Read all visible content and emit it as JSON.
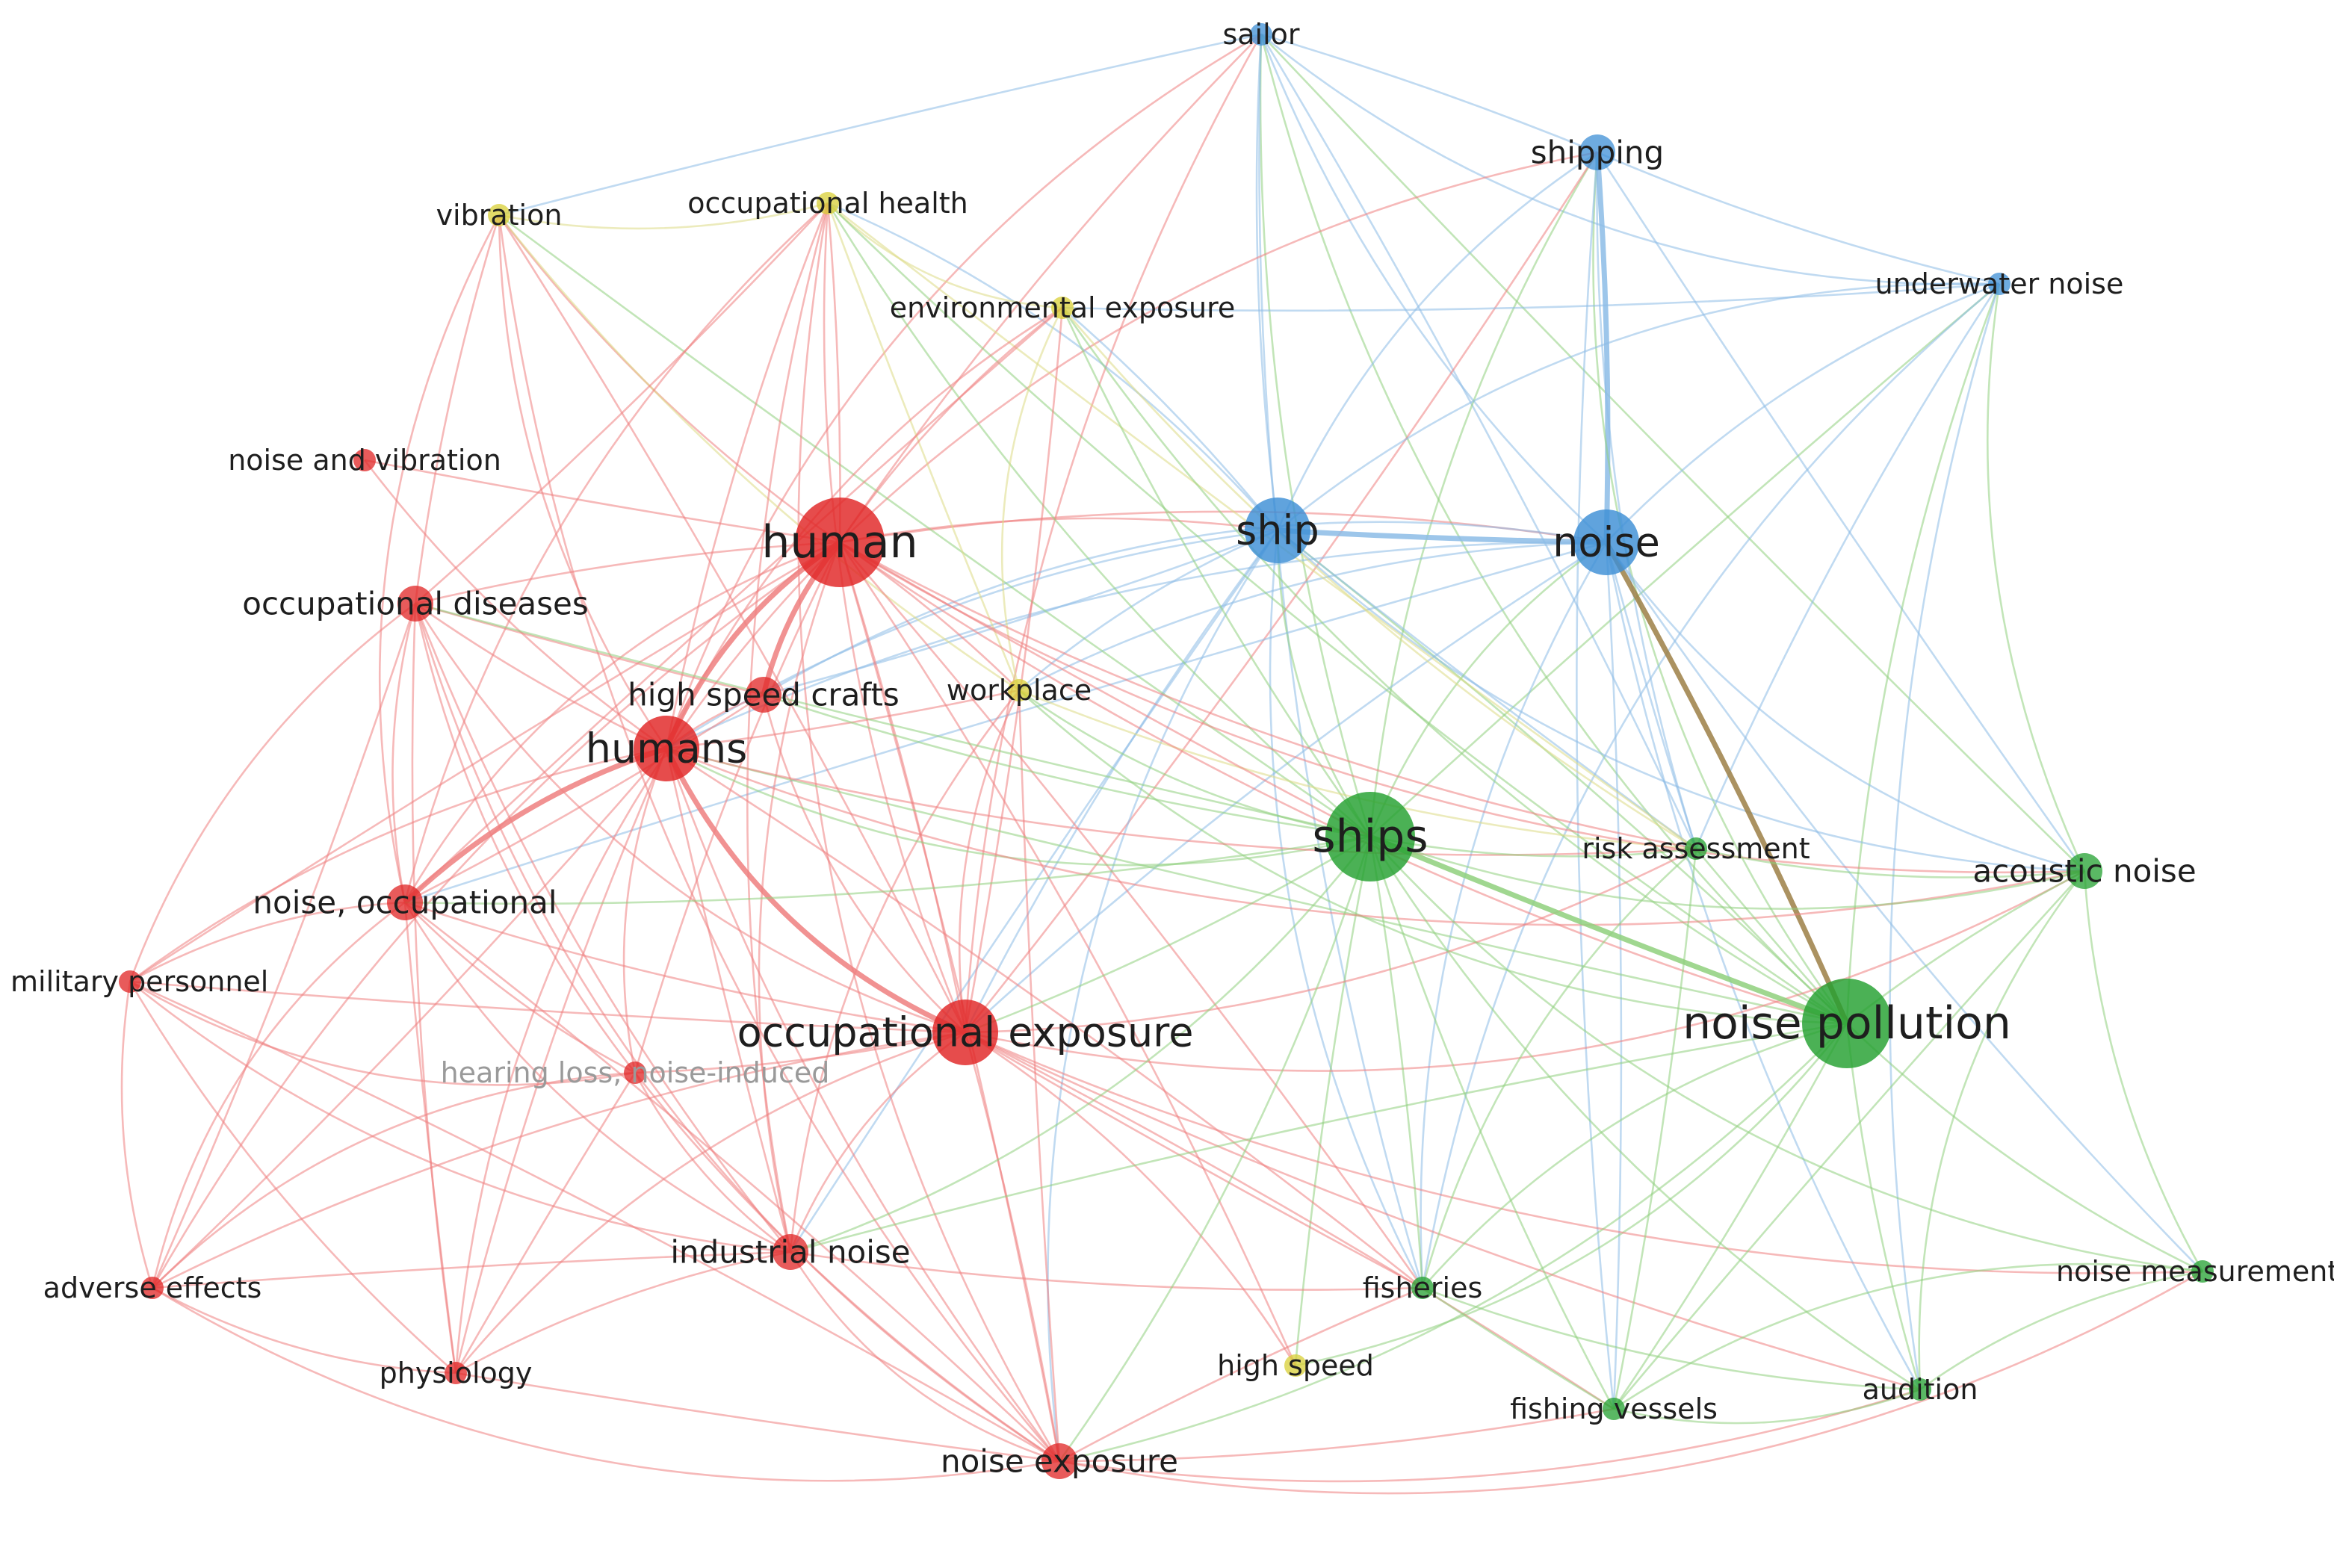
{
  "clusters": {
    "red": {
      "node": "#e02424",
      "edge": "#ee7f7f"
    },
    "green": {
      "node": "#23a030",
      "edge": "#8fd07d"
    },
    "blue": {
      "node": "#3d8fd6",
      "edge": "#8cbce6"
    },
    "yellow": {
      "node": "#d8cf36",
      "edge": "#dddb85"
    }
  },
  "highlight_edge_color": "#9c7f45",
  "nodes": [
    {
      "id": "sailor",
      "label": "sailor",
      "cluster": "blue",
      "weight": 1
    },
    {
      "id": "shipping",
      "label": "shipping",
      "cluster": "blue",
      "weight": 2
    },
    {
      "id": "underwater_noise",
      "label": "underwater noise",
      "cluster": "blue",
      "weight": 1
    },
    {
      "id": "ship",
      "label": "ship",
      "cluster": "blue",
      "weight": 4
    },
    {
      "id": "noise",
      "label": "noise",
      "cluster": "blue",
      "weight": 4
    },
    {
      "id": "vibration",
      "label": "vibration",
      "cluster": "yellow",
      "weight": 1
    },
    {
      "id": "occupational_health",
      "label": "occupational health",
      "cluster": "yellow",
      "weight": 1
    },
    {
      "id": "environmental_exposure",
      "label": "environmental exposure",
      "cluster": "yellow",
      "weight": 1
    },
    {
      "id": "workplace",
      "label": "workplace",
      "cluster": "yellow",
      "weight": 1
    },
    {
      "id": "high_speed",
      "label": "high speed",
      "cluster": "yellow",
      "weight": 1
    },
    {
      "id": "noise_and_vibration",
      "label": "noise and vibration",
      "cluster": "red",
      "weight": 1
    },
    {
      "id": "human",
      "label": "human",
      "cluster": "red",
      "weight": 5
    },
    {
      "id": "occupational_diseases",
      "label": "occupational diseases",
      "cluster": "red",
      "weight": 2
    },
    {
      "id": "high_speed_crafts",
      "label": "high speed crafts",
      "cluster": "red",
      "weight": 2
    },
    {
      "id": "humans",
      "label": "humans",
      "cluster": "red",
      "weight": 4
    },
    {
      "id": "noise_occupational",
      "label": "noise, occupational",
      "cluster": "red",
      "weight": 2
    },
    {
      "id": "military_personnel",
      "label": "military personnel",
      "cluster": "red",
      "weight": 1
    },
    {
      "id": "hearing_loss",
      "label": "hearing loss, noise-induced",
      "cluster": "red",
      "weight": 1,
      "faded": true
    },
    {
      "id": "occupational_exposure",
      "label": "occupational exposure",
      "cluster": "red",
      "weight": 4
    },
    {
      "id": "industrial_noise",
      "label": "industrial noise",
      "cluster": "red",
      "weight": 2
    },
    {
      "id": "adverse_effects",
      "label": "adverse effects",
      "cluster": "red",
      "weight": 1
    },
    {
      "id": "physiology",
      "label": "physiology",
      "cluster": "red",
      "weight": 1
    },
    {
      "id": "noise_exposure",
      "label": "noise exposure",
      "cluster": "red",
      "weight": 2
    },
    {
      "id": "ships",
      "label": "ships",
      "cluster": "green",
      "weight": 5
    },
    {
      "id": "risk_assessment",
      "label": "risk assessment",
      "cluster": "green",
      "weight": 1
    },
    {
      "id": "acoustic_noise",
      "label": "acoustic noise",
      "cluster": "green",
      "weight": 2
    },
    {
      "id": "noise_pollution",
      "label": "noise pollution",
      "cluster": "green",
      "weight": 5
    },
    {
      "id": "noise_measurement",
      "label": "noise measurement",
      "cluster": "green",
      "weight": 1
    },
    {
      "id": "fisheries",
      "label": "fisheries",
      "cluster": "green",
      "weight": 1
    },
    {
      "id": "fishing_vessels",
      "label": "fishing vessels",
      "cluster": "green",
      "weight": 1
    },
    {
      "id": "audition",
      "label": "audition",
      "cluster": "green",
      "weight": 1
    }
  ],
  "links": [
    [
      "sailor",
      "shipping"
    ],
    [
      "sailor",
      "ship"
    ],
    [
      "sailor",
      "noise"
    ],
    [
      "sailor",
      "underwater_noise"
    ],
    [
      "sailor",
      "vibration"
    ],
    [
      "sailor",
      "ships"
    ],
    [
      "sailor",
      "noise_pollution"
    ],
    [
      "sailor",
      "risk_assessment"
    ],
    [
      "sailor",
      "human"
    ],
    [
      "sailor",
      "occupational_exposure"
    ],
    [
      "sailor",
      "humans"
    ],
    [
      "sailor",
      "acoustic_noise"
    ],
    [
      "sailor",
      "fisheries"
    ],
    [
      "shipping",
      "ship"
    ],
    [
      "shipping",
      "noise"
    ],
    [
      "shipping",
      "underwater_noise"
    ],
    [
      "shipping",
      "ships"
    ],
    [
      "shipping",
      "noise_pollution"
    ],
    [
      "shipping",
      "acoustic_noise"
    ],
    [
      "shipping",
      "risk_assessment"
    ],
    [
      "shipping",
      "human"
    ],
    [
      "shipping",
      "occupational_exposure"
    ],
    [
      "shipping",
      "fishing_vessels"
    ],
    [
      "underwater_noise",
      "noise"
    ],
    [
      "underwater_noise",
      "ship"
    ],
    [
      "underwater_noise",
      "ships"
    ],
    [
      "underwater_noise",
      "noise_pollution"
    ],
    [
      "underwater_noise",
      "acoustic_noise"
    ],
    [
      "underwater_noise",
      "environmental_exposure"
    ],
    [
      "underwater_noise",
      "risk_assessment"
    ],
    [
      "underwater_noise",
      "audition"
    ],
    [
      "underwater_noise",
      "fisheries"
    ],
    [
      "ship",
      "noise"
    ],
    [
      "ship",
      "human"
    ],
    [
      "ship",
      "ships"
    ],
    [
      "ship",
      "noise_pollution"
    ],
    [
      "ship",
      "occupational_exposure"
    ],
    [
      "ship",
      "humans"
    ],
    [
      "ship",
      "acoustic_noise"
    ],
    [
      "ship",
      "risk_assessment"
    ],
    [
      "ship",
      "workplace"
    ],
    [
      "ship",
      "fisheries"
    ],
    [
      "ship",
      "high_speed_crafts"
    ],
    [
      "ship",
      "environmental_exposure"
    ],
    [
      "ship",
      "occupational_health"
    ],
    [
      "ship",
      "noise_exposure"
    ],
    [
      "ship",
      "industrial_noise"
    ],
    [
      "noise",
      "human"
    ],
    [
      "noise",
      "ships"
    ],
    [
      "noise",
      "noise_pollution"
    ],
    [
      "noise",
      "occupational_exposure"
    ],
    [
      "noise",
      "humans"
    ],
    [
      "noise",
      "acoustic_noise"
    ],
    [
      "noise",
      "risk_assessment"
    ],
    [
      "noise",
      "audition"
    ],
    [
      "noise",
      "fisheries"
    ],
    [
      "noise",
      "fishing_vessels"
    ],
    [
      "noise",
      "noise_measurement"
    ],
    [
      "noise",
      "workplace"
    ],
    [
      "noise",
      "high_speed_crafts"
    ],
    [
      "noise",
      "noise_occupational"
    ],
    [
      "vibration",
      "human"
    ],
    [
      "vibration",
      "humans"
    ],
    [
      "vibration",
      "occupational_exposure"
    ],
    [
      "vibration",
      "occupational_diseases"
    ],
    [
      "vibration",
      "occupational_health"
    ],
    [
      "vibration",
      "noise_occupational"
    ],
    [
      "vibration",
      "ships"
    ],
    [
      "vibration",
      "workplace"
    ],
    [
      "vibration",
      "noise_exposure"
    ],
    [
      "occupational_health",
      "human"
    ],
    [
      "occupational_health",
      "humans"
    ],
    [
      "occupational_health",
      "occupational_exposure"
    ],
    [
      "occupational_health",
      "environmental_exposure"
    ],
    [
      "occupational_health",
      "workplace"
    ],
    [
      "occupational_health",
      "ships"
    ],
    [
      "occupational_health",
      "noise_occupational"
    ],
    [
      "occupational_health",
      "occupational_diseases"
    ],
    [
      "occupational_health",
      "noise_pollution"
    ],
    [
      "occupational_health",
      "industrial_noise"
    ],
    [
      "occupational_health",
      "noise_exposure"
    ],
    [
      "occupational_health",
      "risk_assessment"
    ],
    [
      "environmental_exposure",
      "human"
    ],
    [
      "environmental_exposure",
      "humans"
    ],
    [
      "environmental_exposure",
      "occupational_exposure"
    ],
    [
      "environmental_exposure",
      "ships"
    ],
    [
      "environmental_exposure",
      "noise_pollution"
    ],
    [
      "environmental_exposure",
      "workplace"
    ],
    [
      "environmental_exposure",
      "noise_occupational"
    ],
    [
      "environmental_exposure",
      "risk_assessment"
    ],
    [
      "workplace",
      "occupational_exposure"
    ],
    [
      "workplace",
      "humans"
    ],
    [
      "workplace",
      "human"
    ],
    [
      "workplace",
      "ships"
    ],
    [
      "workplace",
      "noise_pollution"
    ],
    [
      "workplace",
      "noise_exposure"
    ],
    [
      "workplace",
      "risk_assessment"
    ],
    [
      "workplace",
      "industrial_noise"
    ],
    [
      "high_speed",
      "ships"
    ],
    [
      "high_speed",
      "human"
    ],
    [
      "high_speed",
      "occupational_exposure"
    ],
    [
      "high_speed",
      "noise_pollution"
    ],
    [
      "noise_and_vibration",
      "human"
    ],
    [
      "noise_and_vibration",
      "humans"
    ],
    [
      "human",
      "humans"
    ],
    [
      "human",
      "occupational_exposure"
    ],
    [
      "human",
      "occupational_diseases"
    ],
    [
      "human",
      "high_speed_crafts"
    ],
    [
      "human",
      "noise_occupational"
    ],
    [
      "human",
      "ships"
    ],
    [
      "human",
      "noise_pollution"
    ],
    [
      "human",
      "industrial_noise"
    ],
    [
      "human",
      "noise_exposure"
    ],
    [
      "human",
      "hearing_loss"
    ],
    [
      "human",
      "adverse_effects"
    ],
    [
      "human",
      "physiology"
    ],
    [
      "human",
      "military_personnel"
    ],
    [
      "human",
      "risk_assessment"
    ],
    [
      "human",
      "acoustic_noise"
    ],
    [
      "human",
      "fisheries"
    ],
    [
      "occupational_diseases",
      "humans"
    ],
    [
      "occupational_diseases",
      "noise_occupational"
    ],
    [
      "occupational_diseases",
      "occupational_exposure"
    ],
    [
      "occupational_diseases",
      "high_speed_crafts"
    ],
    [
      "occupational_diseases",
      "industrial_noise"
    ],
    [
      "occupational_diseases",
      "military_personnel"
    ],
    [
      "occupational_diseases",
      "adverse_effects"
    ],
    [
      "occupational_diseases",
      "physiology"
    ],
    [
      "occupational_diseases",
      "hearing_loss"
    ],
    [
      "occupational_diseases",
      "noise_exposure"
    ],
    [
      "occupational_diseases",
      "ships"
    ],
    [
      "high_speed_crafts",
      "humans"
    ],
    [
      "high_speed_crafts",
      "occupational_exposure"
    ],
    [
      "high_speed_crafts",
      "noise_occupational"
    ],
    [
      "high_speed_crafts",
      "ships"
    ],
    [
      "humans",
      "noise_occupational"
    ],
    [
      "humans",
      "occupational_exposure"
    ],
    [
      "humans",
      "industrial_noise"
    ],
    [
      "humans",
      "noise_exposure"
    ],
    [
      "humans",
      "hearing_loss"
    ],
    [
      "humans",
      "adverse_effects"
    ],
    [
      "humans",
      "physiology"
    ],
    [
      "humans",
      "military_personnel"
    ],
    [
      "humans",
      "ships"
    ],
    [
      "humans",
      "noise_pollution"
    ],
    [
      "humans",
      "risk_assessment"
    ],
    [
      "humans",
      "acoustic_noise"
    ],
    [
      "humans",
      "fisheries"
    ],
    [
      "noise_occupational",
      "occupational_exposure"
    ],
    [
      "noise_occupational",
      "military_personnel"
    ],
    [
      "noise_occupational",
      "adverse_effects"
    ],
    [
      "noise_occupational",
      "physiology"
    ],
    [
      "noise_occupational",
      "hearing_loss"
    ],
    [
      "noise_occupational",
      "industrial_noise"
    ],
    [
      "noise_occupational",
      "noise_exposure"
    ],
    [
      "noise_occupational",
      "ships"
    ],
    [
      "military_personnel",
      "adverse_effects"
    ],
    [
      "military_personnel",
      "hearing_loss"
    ],
    [
      "military_personnel",
      "occupational_exposure"
    ],
    [
      "military_personnel",
      "physiology"
    ],
    [
      "military_personnel",
      "industrial_noise"
    ],
    [
      "military_personnel",
      "noise_exposure"
    ],
    [
      "hearing_loss",
      "occupational_exposure"
    ],
    [
      "hearing_loss",
      "industrial_noise"
    ],
    [
      "hearing_loss",
      "adverse_effects"
    ],
    [
      "hearing_loss",
      "physiology"
    ],
    [
      "hearing_loss",
      "noise_exposure"
    ],
    [
      "occupational_exposure",
      "industrial_noise"
    ],
    [
      "occupational_exposure",
      "noise_exposure"
    ],
    [
      "occupational_exposure",
      "ships"
    ],
    [
      "occupational_exposure",
      "risk_assessment"
    ],
    [
      "occupational_exposure",
      "acoustic_noise"
    ],
    [
      "occupational_exposure",
      "fisheries"
    ],
    [
      "occupational_exposure",
      "adverse_effects"
    ],
    [
      "occupational_exposure",
      "physiology"
    ],
    [
      "occupational_exposure",
      "fishing_vessels"
    ],
    [
      "occupational_exposure",
      "audition"
    ],
    [
      "occupational_exposure",
      "noise_measurement"
    ],
    [
      "industrial_noise",
      "noise_exposure"
    ],
    [
      "industrial_noise",
      "adverse_effects"
    ],
    [
      "industrial_noise",
      "physiology"
    ],
    [
      "industrial_noise",
      "ships"
    ],
    [
      "industrial_noise",
      "noise_pollution"
    ],
    [
      "industrial_noise",
      "fisheries"
    ],
    [
      "adverse_effects",
      "physiology"
    ],
    [
      "adverse_effects",
      "noise_exposure"
    ],
    [
      "physiology",
      "noise_exposure"
    ],
    [
      "noise_exposure",
      "ships"
    ],
    [
      "noise_exposure",
      "noise_pollution"
    ],
    [
      "noise_exposure",
      "fisheries"
    ],
    [
      "noise_exposure",
      "fishing_vessels"
    ],
    [
      "noise_exposure",
      "audition"
    ],
    [
      "noise_exposure",
      "noise_measurement"
    ],
    [
      "ships",
      "noise_pollution"
    ],
    [
      "ships",
      "risk_assessment"
    ],
    [
      "ships",
      "acoustic_noise"
    ],
    [
      "ships",
      "fisheries"
    ],
    [
      "ships",
      "fishing_vessels"
    ],
    [
      "ships",
      "audition"
    ],
    [
      "ships",
      "noise_measurement"
    ],
    [
      "risk_assessment",
      "noise_pollution"
    ],
    [
      "risk_assessment",
      "acoustic_noise"
    ],
    [
      "risk_assessment",
      "fisheries"
    ],
    [
      "risk_assessment",
      "fishing_vessels"
    ],
    [
      "acoustic_noise",
      "noise_pollution"
    ],
    [
      "acoustic_noise",
      "noise_measurement"
    ],
    [
      "acoustic_noise",
      "audition"
    ],
    [
      "acoustic_noise",
      "fishing_vessels"
    ],
    [
      "noise_pollution",
      "noise_measurement"
    ],
    [
      "noise_pollution",
      "fisheries"
    ],
    [
      "noise_pollution",
      "fishing_vessels"
    ],
    [
      "noise_pollution",
      "audition"
    ],
    [
      "noise_measurement",
      "audition"
    ],
    [
      "noise_measurement",
      "fishing_vessels"
    ],
    [
      "fisheries",
      "fishing_vessels"
    ],
    [
      "fisheries",
      "audition"
    ],
    [
      "fishing_vessels",
      "audition"
    ]
  ],
  "strong_links": [
    [
      "occupational_exposure",
      "noise_pollution"
    ],
    [
      "human",
      "humans"
    ],
    [
      "human",
      "high_speed_crafts"
    ],
    [
      "humans",
      "occupational_exposure"
    ],
    [
      "humans",
      "noise_occupational"
    ],
    [
      "ship",
      "noise"
    ],
    [
      "shipping",
      "noise"
    ],
    [
      "noise",
      "noise_pollution"
    ],
    [
      "ships",
      "noise_pollution"
    ]
  ]
}
